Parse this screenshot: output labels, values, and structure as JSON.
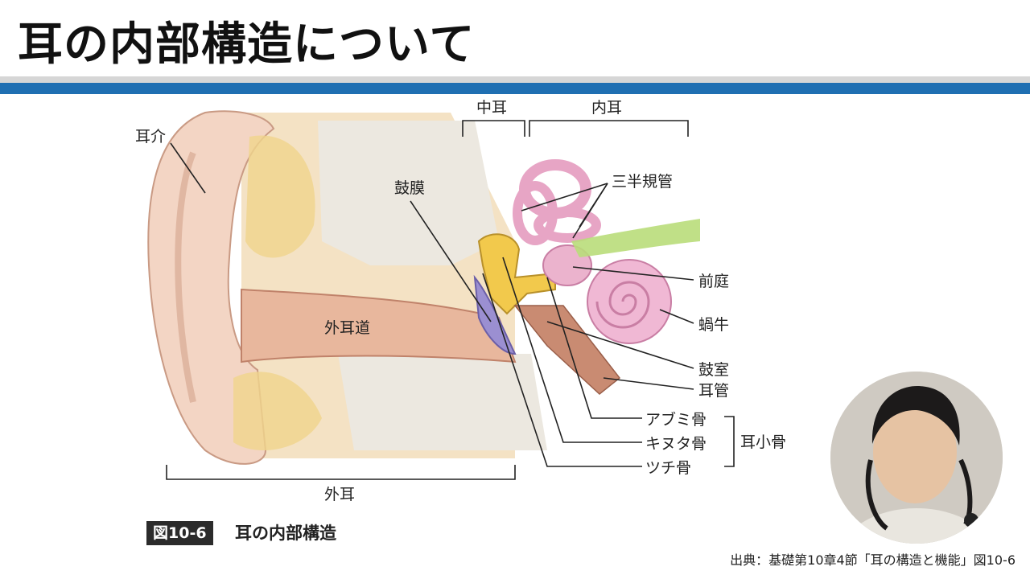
{
  "slide": {
    "title": "耳の内部構造について"
  },
  "figure": {
    "badge": "図10-6",
    "caption": "耳の内部構造",
    "sections": {
      "outer": "外耳",
      "middle": "中耳",
      "inner": "内耳"
    },
    "labels": {
      "auricle": "耳介",
      "ear_canal": "外耳道",
      "eardrum": "鼓膜",
      "semicircular": "三半規管",
      "vestibule": "前庭",
      "cochlea": "蝸牛",
      "tympanic_cavity": "鼓室",
      "eustachian": "耳管",
      "stapes": "アブミ骨",
      "incus": "キヌタ骨",
      "malleus": "ツチ骨",
      "ossicles": "耳小骨"
    }
  },
  "source": "出典：基礎第10章4節「耳の構造と機能」図10-6",
  "colors": {
    "accent_band": "#1f6fb2",
    "band_gray": "#d6d6d6",
    "badge_bg": "#2b2b2b"
  }
}
